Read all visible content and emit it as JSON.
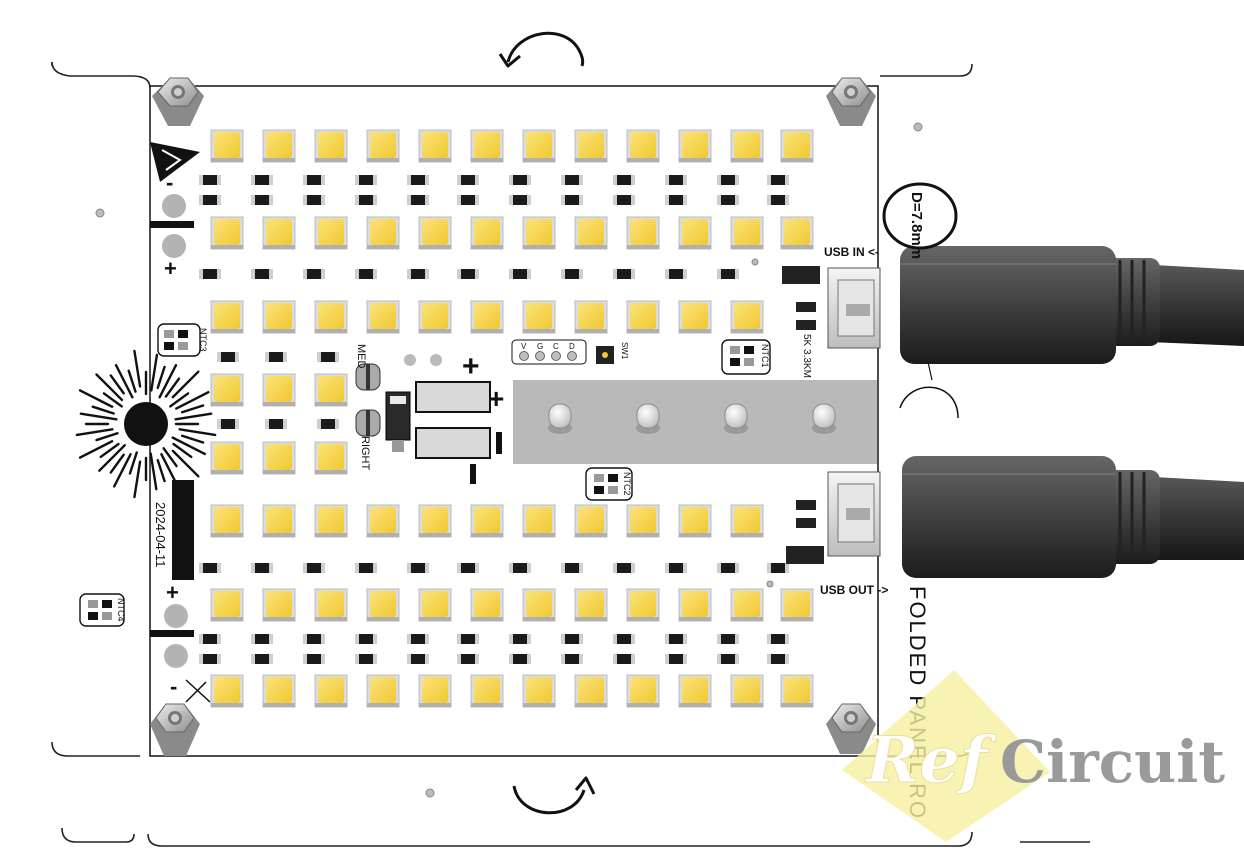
{
  "labels": {
    "usb_in": "USB IN <-",
    "usb_out": "USB OUT ->",
    "diameter": "D=7.8mm",
    "date": "2024-04-11",
    "fold_text": "FOLDED PANEL RO",
    "plus": "+",
    "minus": "-",
    "plus_small": "+",
    "minus_small": "-",
    "med": "MED",
    "right": "RIGHT",
    "ntc1": "NTC1",
    "ntc2": "NTC2",
    "ntc3": "NTC3",
    "ntc4": "NTC4",
    "sw": "SW1",
    "header_pins": [
      "V",
      "G",
      "C",
      "D"
    ],
    "res_label": "5K 3.3KM"
  },
  "watermark": {
    "ref": "Ref",
    "circuit": "Circuit"
  },
  "colors": {
    "pcb": "#ffffff",
    "led": "#f7d64a",
    "led_frame": "#d9d9d9",
    "smd": "#1a1a1a",
    "cable": "#2f2f2f",
    "heatsink_bar": "#b9b9b9",
    "watermark_yellow": "#f7f0a0",
    "watermark_grey": "#9a9a9a"
  },
  "icons": [
    "rotate-ccw-icon",
    "rotate-cw-icon",
    "sun-icon",
    "esd-warning-icon"
  ]
}
